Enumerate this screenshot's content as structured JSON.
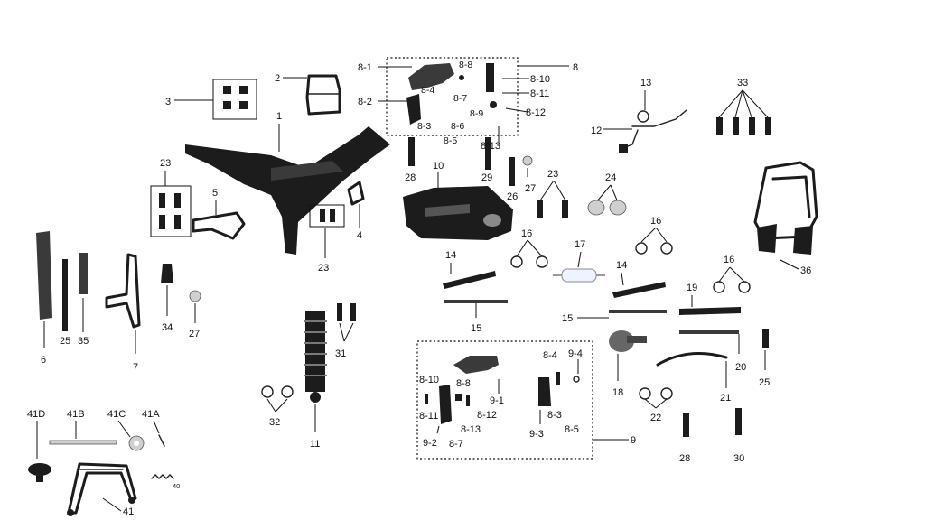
{
  "labels": {
    "l8_1": "8-1",
    "l8_2": "8-2",
    "l8_3": "8-3",
    "l8_4": "8-4",
    "l8_5": "8-5",
    "l8_6": "8-6",
    "l8_7": "8-7",
    "l8_8": "8-8",
    "l8_9": "8-9",
    "l8_10": "8-10",
    "l8_11": "8-11",
    "l8_12": "8-12",
    "l8_13": "8-13",
    "l8": "8",
    "l1": "1",
    "l2": "2",
    "l3": "3",
    "l4": "4",
    "l5": "5",
    "l6": "6",
    "l7": "7",
    "l10": "10",
    "l11": "11",
    "l12": "12",
    "l13": "13",
    "l14a": "14",
    "l14b": "14",
    "l15a": "15",
    "l15b": "15",
    "l16a": "16",
    "l16b": "16",
    "l16c": "16",
    "l17": "17",
    "l18": "18",
    "l19": "19",
    "l20": "20",
    "l21": "21",
    "l22": "22",
    "l23a": "23",
    "l23b": "23",
    "l23c": "23",
    "l24": "24",
    "l25a": "25",
    "l25b": "25",
    "l26": "26",
    "l27a": "27",
    "l27b": "27",
    "l28a": "28",
    "l28b": "28",
    "l29": "29",
    "l30": "30",
    "l31": "31",
    "l32": "32",
    "l33": "33",
    "l34": "34",
    "l35": "35",
    "l36": "36",
    "l9": "9",
    "l9_1": "9-1",
    "l9_2": "9-2",
    "l9_3": "9-3",
    "l9_4": "9-4",
    "l9_8_10": "8-10",
    "l9_8_8": "8-8",
    "l9_8_11": "8-11",
    "l9_8_12": "8-12",
    "l9_8_13": "8-13",
    "l9_8_7": "8-7",
    "l9_8_4": "8-4",
    "l9_8_3": "8-3",
    "l9_8_5": "8-5",
    "l41": "41",
    "l41A": "41A",
    "l41B": "41B",
    "l41C": "41C",
    "l41D": "41D",
    "l40": "40"
  }
}
